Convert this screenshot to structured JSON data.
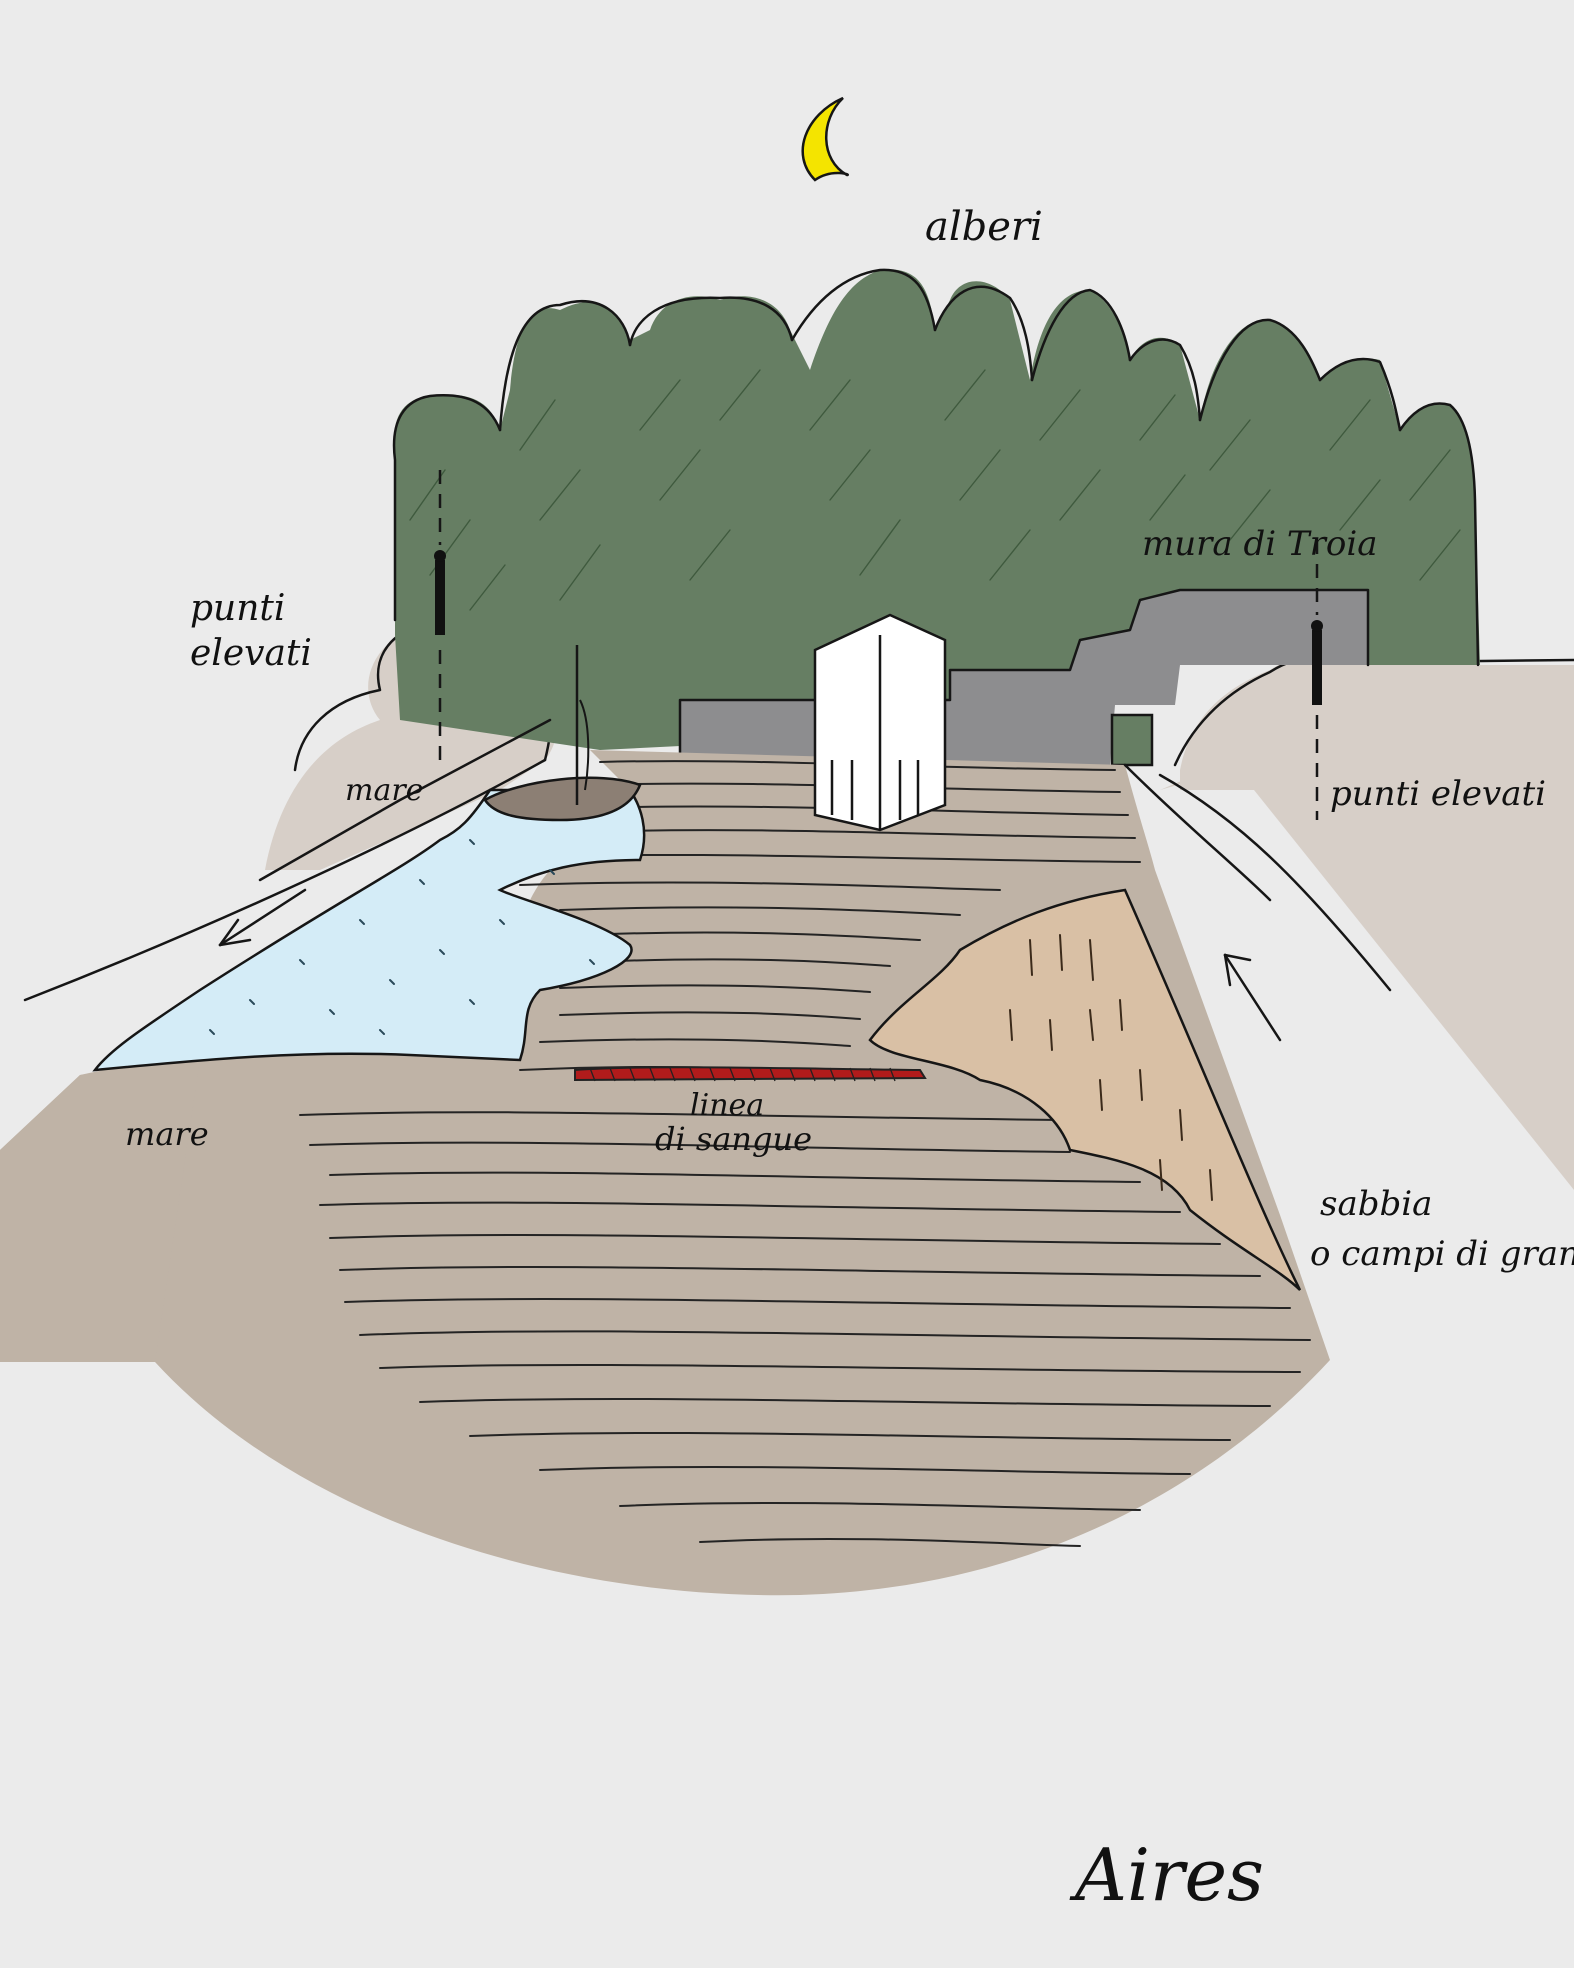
{
  "labels": {
    "trees": "alberi",
    "walls": "mura di Troia",
    "elevated_left": [
      "punti",
      "elevati"
    ],
    "elevated_right": "punti elevati",
    "sea_upper": "mare",
    "sea_lower": "mare",
    "blood_line": [
      "linea",
      "di sangue"
    ],
    "sand": [
      "sabbia",
      "o campi di grano"
    ]
  },
  "signature": "Aires",
  "colors": {
    "background": "#ebebeb",
    "trees": "#667e63",
    "wall": "#8d8d8f",
    "ground": "#bfb3a6",
    "sand": "#d9c0a5",
    "side_terrain": "#d7cfc8",
    "sea": "#d4ecf7",
    "moon": "#f4e400",
    "blood": "#b11b1b",
    "tower": "#ffffff"
  },
  "icons": [
    "moon-icon",
    "boat-icon",
    "tower-icon",
    "figure-icon",
    "arrow-icon"
  ]
}
